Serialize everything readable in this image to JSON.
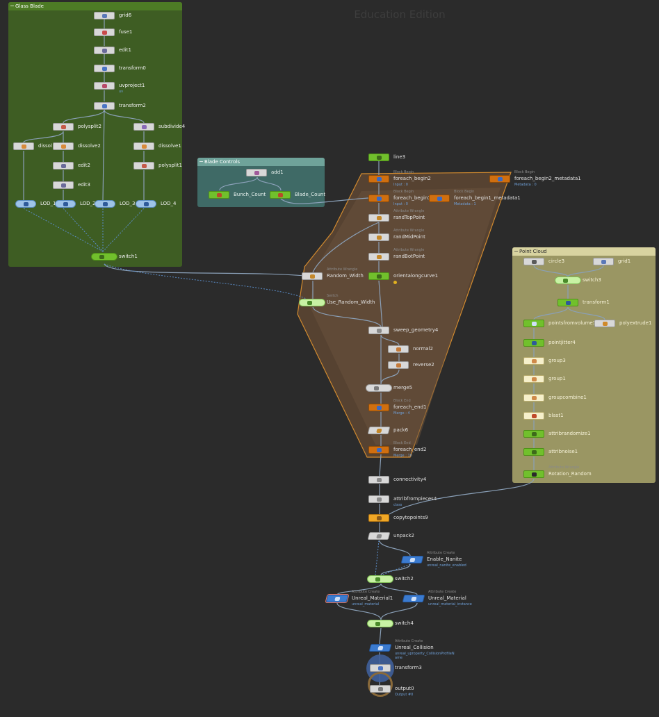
{
  "watermark": "Education Edition",
  "netboxes": {
    "glass_blade": {
      "title": "Glass Blade",
      "color": "#3e5d23",
      "bar": "#4d7b25"
    },
    "blade_controls": {
      "title": "Blade Controls",
      "color": "#3f6a66",
      "bar": "#6fa39a"
    },
    "point_cloud": {
      "title": "Point Cloud",
      "color": "#9a9663",
      "bar": "#d8d3a0"
    },
    "foreach": {
      "color": "#5e4733",
      "border": "#d18a2f"
    }
  },
  "nodes": {
    "grid6": {
      "label": "grid6"
    },
    "fuse1": {
      "label": "fuse1"
    },
    "edit1": {
      "label": "edit1"
    },
    "transform0": {
      "label": "transform0"
    },
    "uvproject1": {
      "label": "uvproject1",
      "sub": "uv"
    },
    "transform2": {
      "label": "transform2"
    },
    "polysplit2": {
      "label": "polysplit2"
    },
    "subdivide4": {
      "label": "subdivide4"
    },
    "dissolve_left": {
      "label": "dissol"
    },
    "dissolve2": {
      "label": "dissolve2"
    },
    "dissolve1": {
      "label": "dissolve1"
    },
    "edit2": {
      "label": "edit2"
    },
    "polysplit1": {
      "label": "polysplit1"
    },
    "edit3": {
      "label": "edit3"
    },
    "lod1": {
      "label": "LOD_1"
    },
    "lod2": {
      "label": "LOD_2"
    },
    "lod3": {
      "label": "LOD_3"
    },
    "lod4": {
      "label": "LOD_4"
    },
    "switch1": {
      "label": "switch1"
    },
    "add1": {
      "label": "add1"
    },
    "bunch_count": {
      "label": "Bunch_Count"
    },
    "blade_count": {
      "label": "Blade_Count"
    },
    "line3": {
      "label": "line3"
    },
    "foreach_begin2": {
      "label": "foreach_begin2",
      "sup": "Block Begin",
      "sub": "Input : 0"
    },
    "foreach_begin2_metadata1": {
      "label": "foreach_begin2_metadata1",
      "sup": "Block Begin",
      "sub": "Metadata : 0"
    },
    "foreach_begin1": {
      "label": "foreach_begin1",
      "sup": "Block Begin",
      "sub": "Input : 0"
    },
    "foreach_begin1_metadata1": {
      "label": "foreach_begin1_metadata1",
      "sup": "Block Begin",
      "sub": "Metadata : 1"
    },
    "randTopPoint": {
      "label": "randTopPoint",
      "sup": "Attribute Wrangle"
    },
    "randMidPoint": {
      "label": "randMidPoint",
      "sup": "Attribute Wrangle"
    },
    "randBotPoint": {
      "label": "randBotPoint",
      "sup": "Attribute Wrangle"
    },
    "random_width": {
      "label": "Random_Width",
      "sup": "Attribute Wrangle"
    },
    "orientalongcurve1": {
      "label": "orientalongcurve1"
    },
    "use_random_width": {
      "label": "Use_Random_Width",
      "sup": "Switch"
    },
    "sweep_geometry4": {
      "label": "sweep_geometry4"
    },
    "normal2": {
      "label": "normal2"
    },
    "reverse2": {
      "label": "reverse2"
    },
    "merge5": {
      "label": "merge5"
    },
    "foreach_end1": {
      "label": "foreach_end1",
      "sup": "Block End",
      "sub": "Merge : 4"
    },
    "pack6": {
      "label": "pack6"
    },
    "foreach_end2": {
      "label": "foreach_end2",
      "sup": "Block End",
      "sub": "Merge : 10"
    },
    "connectivity4": {
      "label": "connectivity4"
    },
    "attribfrompieces4": {
      "label": "attribfrompieces4",
      "sub": "class"
    },
    "copytopoints9": {
      "label": "copytopoints9"
    },
    "unpack2": {
      "label": "unpack2"
    },
    "enable_nanite": {
      "label": "Enable_Nanite",
      "sup": "Attribute Create",
      "sub": "unreal_nanite_enabled"
    },
    "switch2": {
      "label": "switch2"
    },
    "unreal_material1": {
      "label": "Unreal_Material1",
      "sup": "Attribute Create",
      "sub": "unreal_material"
    },
    "unreal_material": {
      "label": "Unreal_Material",
      "sup": "Attribute Create",
      "sub": "unreal_material_instance"
    },
    "switch4": {
      "label": "switch4"
    },
    "unreal_collision": {
      "label": "Unreal_Collision",
      "sup": "Attribute Create",
      "sub": "unreal_uproperty_CollisionProfileN",
      "sub2": "ame"
    },
    "transform3": {
      "label": "transform3"
    },
    "output0": {
      "label": "output0",
      "sub": "Output #0"
    },
    "circle3": {
      "label": "circle3"
    },
    "grid1": {
      "label": "grid1"
    },
    "switch3": {
      "label": "switch3"
    },
    "transform1": {
      "label": "transform1"
    },
    "pointsfromvolume1": {
      "label": "pointsfromvolume1"
    },
    "polyextrude1": {
      "label": "polyextrude1"
    },
    "pointjitter4": {
      "label": "pointjitter4"
    },
    "group3": {
      "label": "group3"
    },
    "group1": {
      "label": "group1"
    },
    "groupcombine1": {
      "label": "groupcombine1"
    },
    "blast1": {
      "label": "blast1"
    },
    "attribrandomize1": {
      "label": "attribrandomize1"
    },
    "attribnoise1": {
      "label": "attribnoise1"
    },
    "rotation_random": {
      "label": "Rotation_Random",
      "sup": "Attribute Wrangle"
    }
  },
  "colors": {
    "wire": "#8aa0b8",
    "wire_dotted": "#5b8dc8",
    "accent_orange": "#d06f10"
  }
}
